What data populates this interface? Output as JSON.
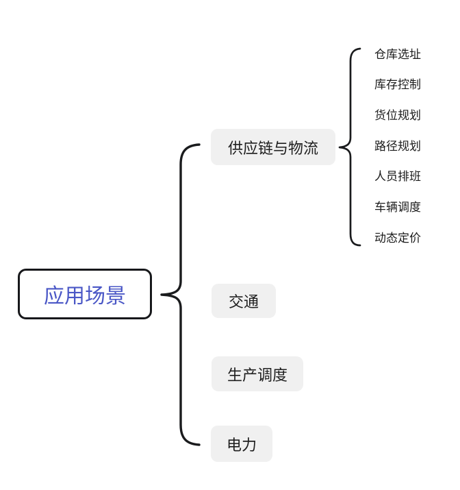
{
  "map": {
    "root": {
      "label": "应用场景"
    },
    "children": [
      {
        "label": "供应链与物流",
        "leaves": [
          "仓库选址",
          "库存控制",
          "货位规划",
          "路径规划",
          "人员排班",
          "车辆调度",
          "动态定价"
        ]
      },
      {
        "label": "交通",
        "leaves": []
      },
      {
        "label": "生产调度",
        "leaves": []
      },
      {
        "label": "电力",
        "leaves": []
      }
    ],
    "colors": {
      "root_text": "#4a57c6",
      "root_border": "#17181b",
      "branch_bg": "#f0f0f0",
      "branch_text": "#1e1e1e",
      "leaf_text": "#1b1b1b",
      "connector": "#1a1b1d",
      "background": "#ffffff"
    }
  }
}
